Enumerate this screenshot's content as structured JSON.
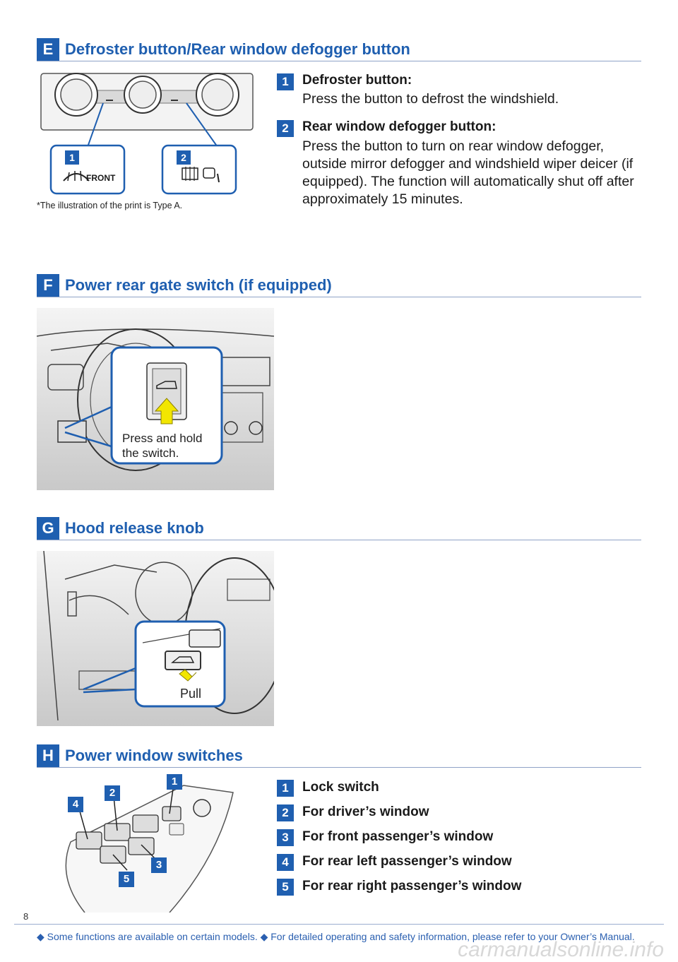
{
  "sections": {
    "e": {
      "letter": "E",
      "title": "Defroster button/Rear window defogger button",
      "items": [
        {
          "num": "1",
          "title": "Defroster button:",
          "body": "Press the button to defrost the windshield."
        },
        {
          "num": "2",
          "title": "Rear window defogger button:",
          "body": "Press the button to turn on rear window defogger, outside mirror defogger and windshield wiper deicer (if equipped). The function will automatically shut off after approximately 15 minutes."
        }
      ],
      "illustration": {
        "callout1_num": "1",
        "callout2_num": "2",
        "front_label": "FRONT"
      },
      "footnote": "*The illustration of the print is Type A."
    },
    "f": {
      "letter": "F",
      "title": "Power rear gate switch (if equipped)",
      "callout_line1": "Press and hold",
      "callout_line2": "the switch."
    },
    "g": {
      "letter": "G",
      "title": "Hood release knob",
      "callout": "Pull"
    },
    "h": {
      "letter": "H",
      "title": "Power window switches",
      "items": [
        {
          "num": "1",
          "label": "Lock switch"
        },
        {
          "num": "2",
          "label": "For driver’s window"
        },
        {
          "num": "3",
          "label": "For front passenger’s window"
        },
        {
          "num": "4",
          "label": "For rear left passenger’s window"
        },
        {
          "num": "5",
          "label": "For rear right passenger’s window"
        }
      ],
      "illustration_nums": [
        "1",
        "2",
        "3",
        "4",
        "5"
      ]
    }
  },
  "footer": {
    "page_number": "8",
    "text": "◆ Some functions are available on certain models.  ◆ For detailed operating and safety information, please refer to your Owner’s Manual.",
    "watermark": "carmanualsonline.info"
  },
  "colors": {
    "accent": "#1f5fb0",
    "callout_arrow": "#f2e600"
  }
}
